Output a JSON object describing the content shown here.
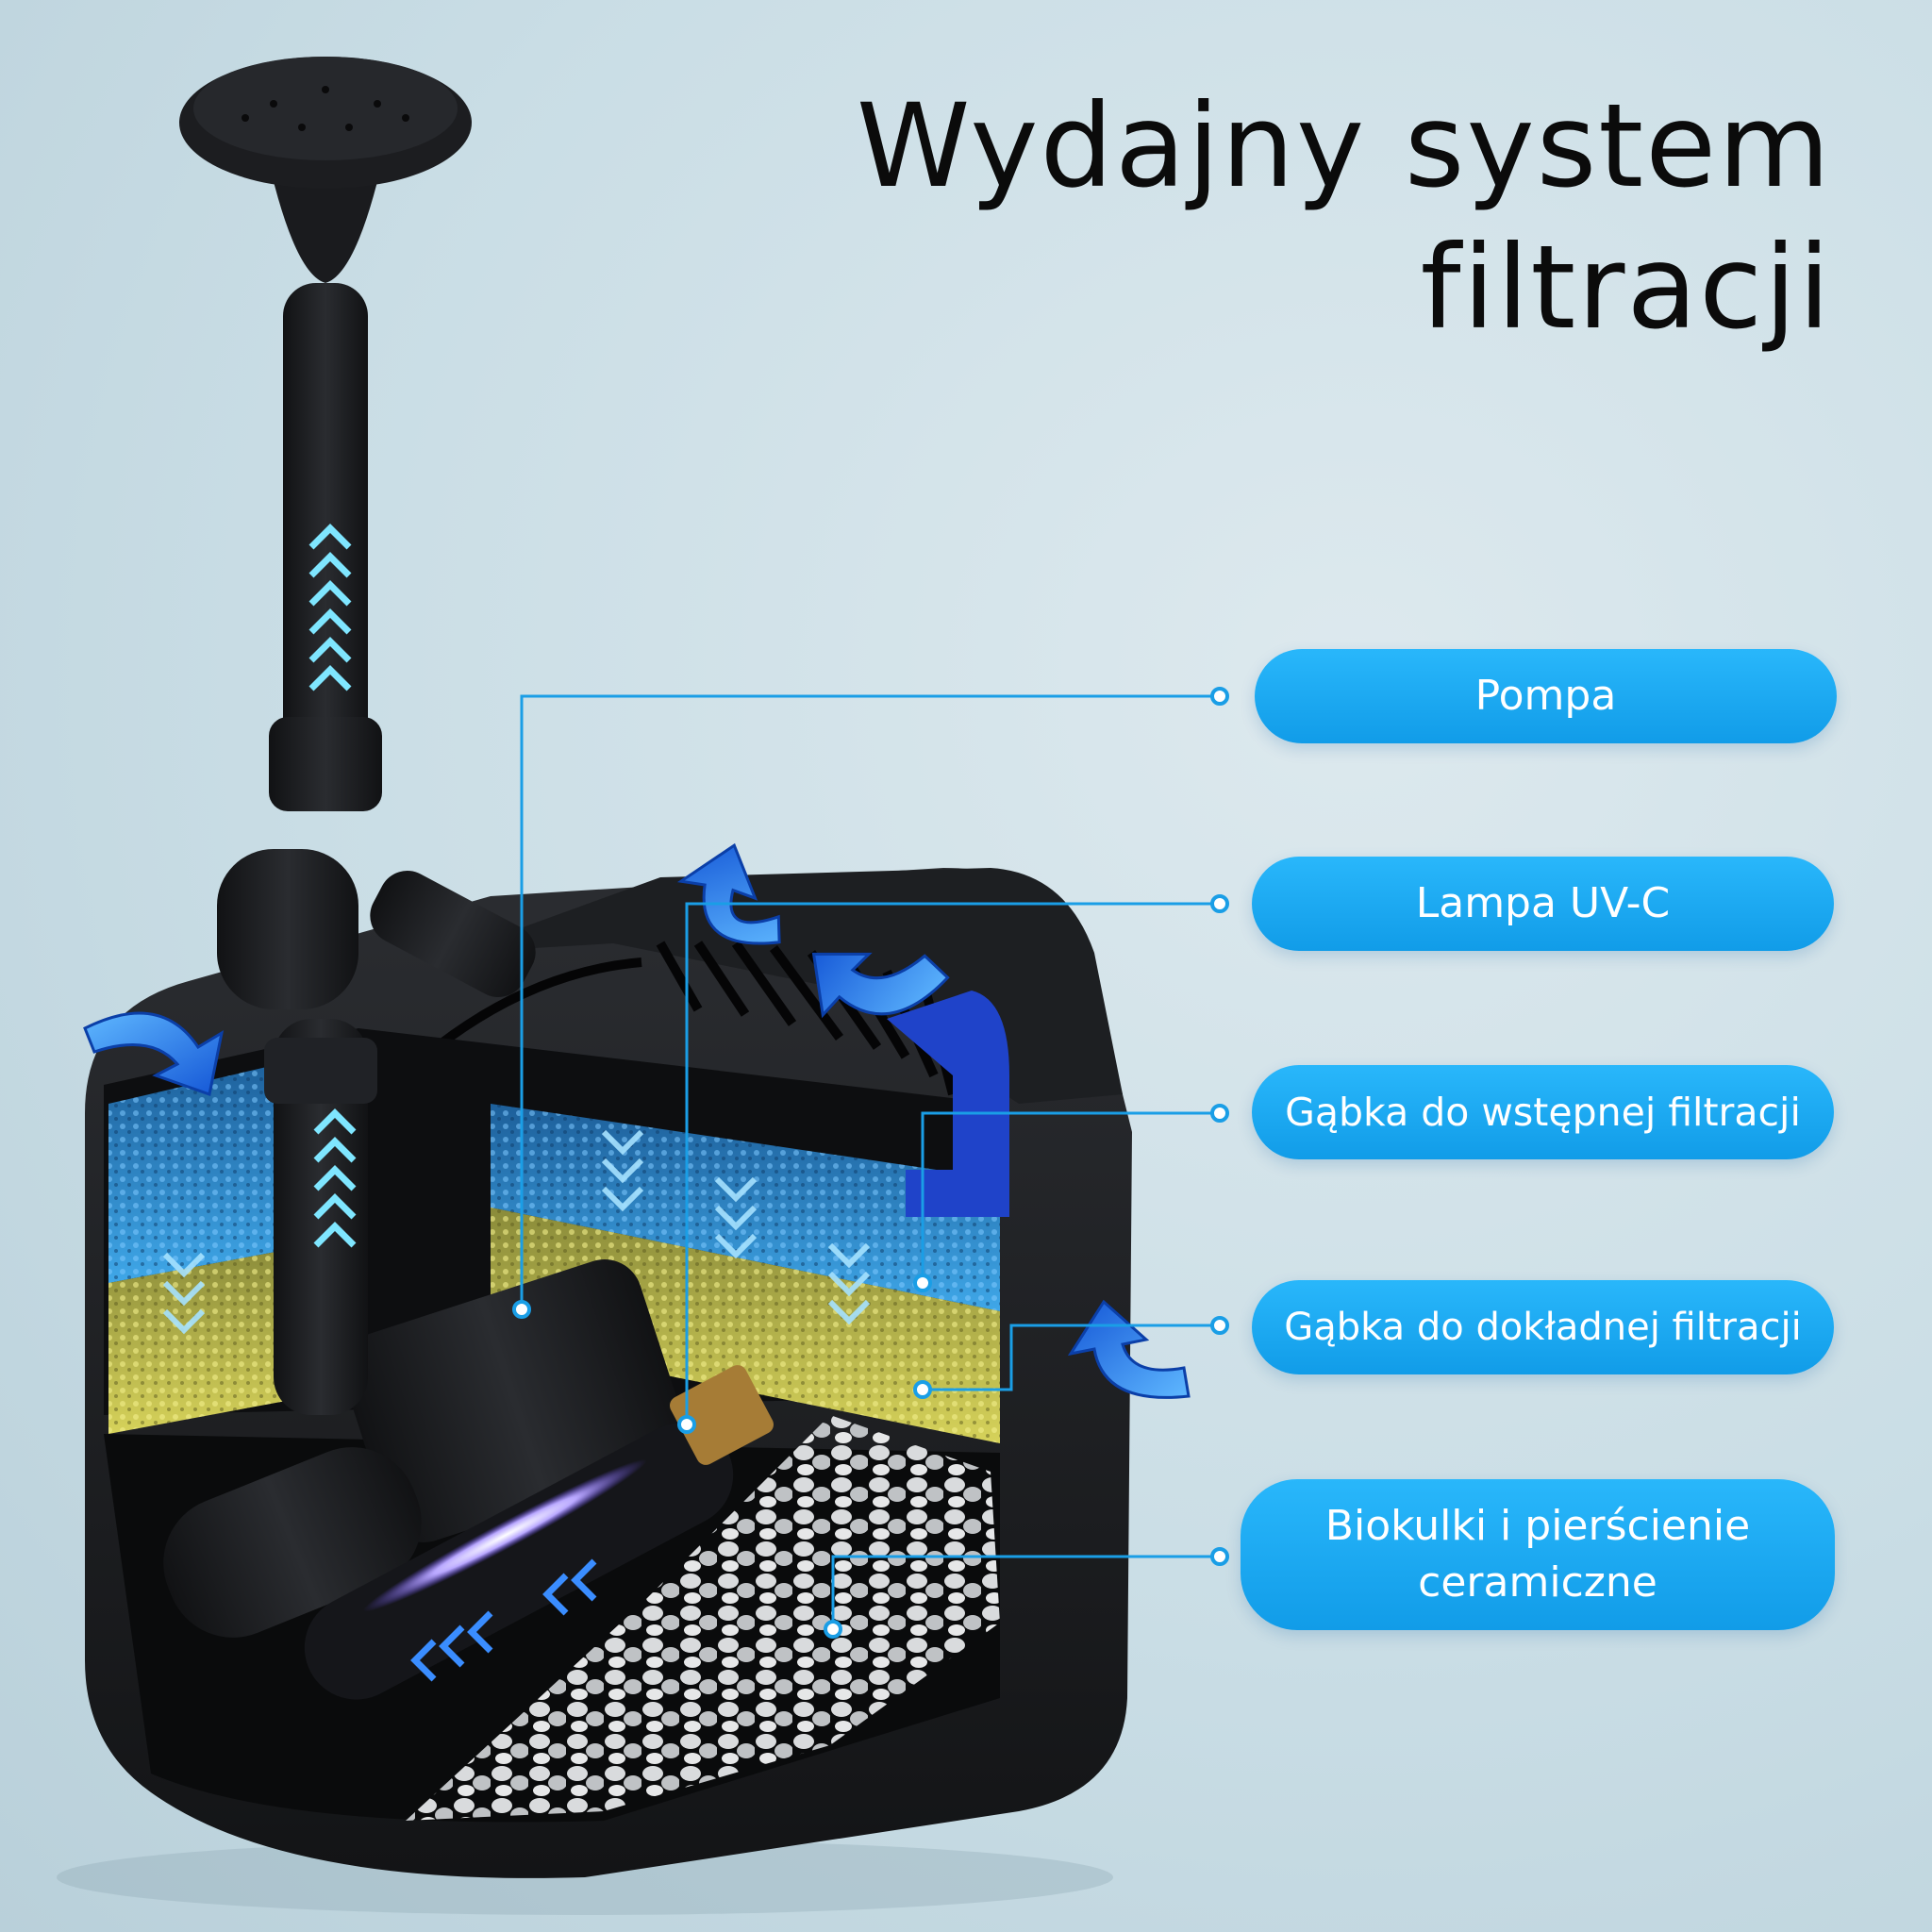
{
  "title": {
    "line1": "Wydajny system",
    "line2": "filtracji"
  },
  "labels": [
    {
      "text": "Pompa"
    },
    {
      "text": "Lampa UV-C"
    },
    {
      "text": "Gąbka do wstępnej filtracji"
    },
    {
      "text": "Gąbka do dokładnej filtracji"
    },
    {
      "line1": "Biokulki i pierścienie",
      "line2": "ceramiczne"
    }
  ],
  "colors": {
    "label_fill": "#1aa9f3",
    "callout_line": "#1a9ee6",
    "pre_filter_sponge": "#2f8fd4",
    "fine_filter_sponge": "#c9c84a",
    "flow_arrow": "#1e7be0",
    "uv_glow": "#b7a9ff"
  },
  "icons": [
    "flow-arrow-icon",
    "chevron-flow-icon"
  ]
}
